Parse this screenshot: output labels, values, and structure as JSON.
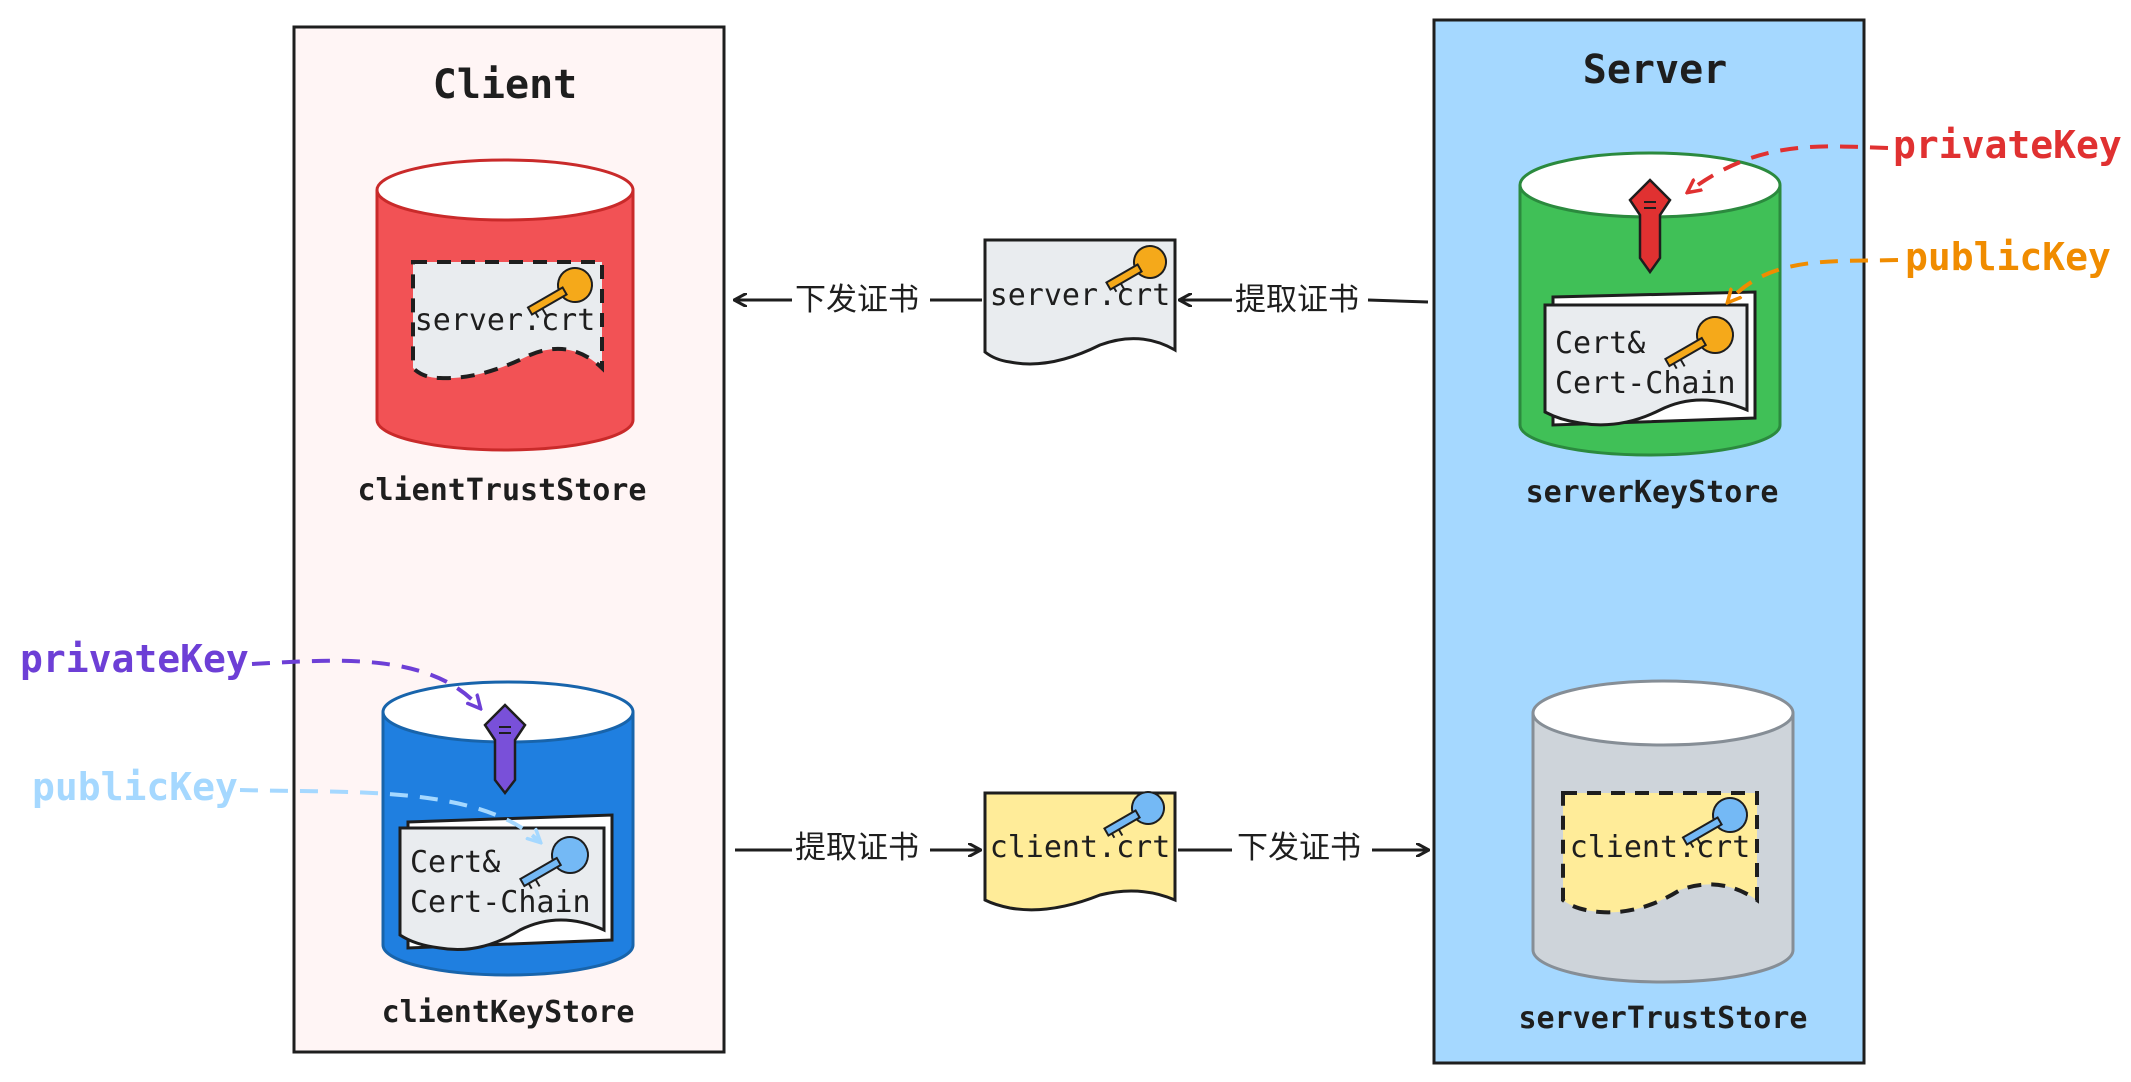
{
  "client": {
    "title": "Client",
    "trust_store": {
      "label": "clientTrustStore",
      "doc": "server.crt",
      "color": "#f25255"
    },
    "key_store": {
      "label": "clientKeyStore",
      "doc_line1": "Cert&",
      "doc_line2": "Cert-Chain",
      "color": "#1f7fe0"
    },
    "private_key": {
      "label": "privateKey",
      "color": "#6d3fd6"
    },
    "public_key": {
      "label": "publicKey",
      "color": "#a5d8ff"
    }
  },
  "server": {
    "title": "Server",
    "key_store": {
      "label": "serverKeyStore",
      "doc_line1": "Cert&",
      "doc_line2": "Cert-Chain",
      "color": "#40c057"
    },
    "trust_store": {
      "label": "serverTrustStore",
      "doc": "client.crt",
      "color": "#ced4da"
    },
    "private_key": {
      "label": "privateKey",
      "color": "#e03131"
    },
    "public_key": {
      "label": "publicKey",
      "color": "#f08c00"
    }
  },
  "flow_top": {
    "doc": "server.crt",
    "left_arrow_label": "下发证书",
    "right_arrow_label": "提取证书"
  },
  "flow_bottom": {
    "doc": "client.crt",
    "left_arrow_label": "提取证书",
    "right_arrow_label": "下发证书"
  },
  "colors": {
    "client_bg": "#fff5f5",
    "server_bg": "#a5d8ff",
    "doc_gray": "#e9ecef",
    "doc_yellow": "#ffec99",
    "key_orange": "#f5a91a",
    "key_blue": "#74b9f5",
    "key_red": "#e03131",
    "key_purple": "#7950d9"
  }
}
